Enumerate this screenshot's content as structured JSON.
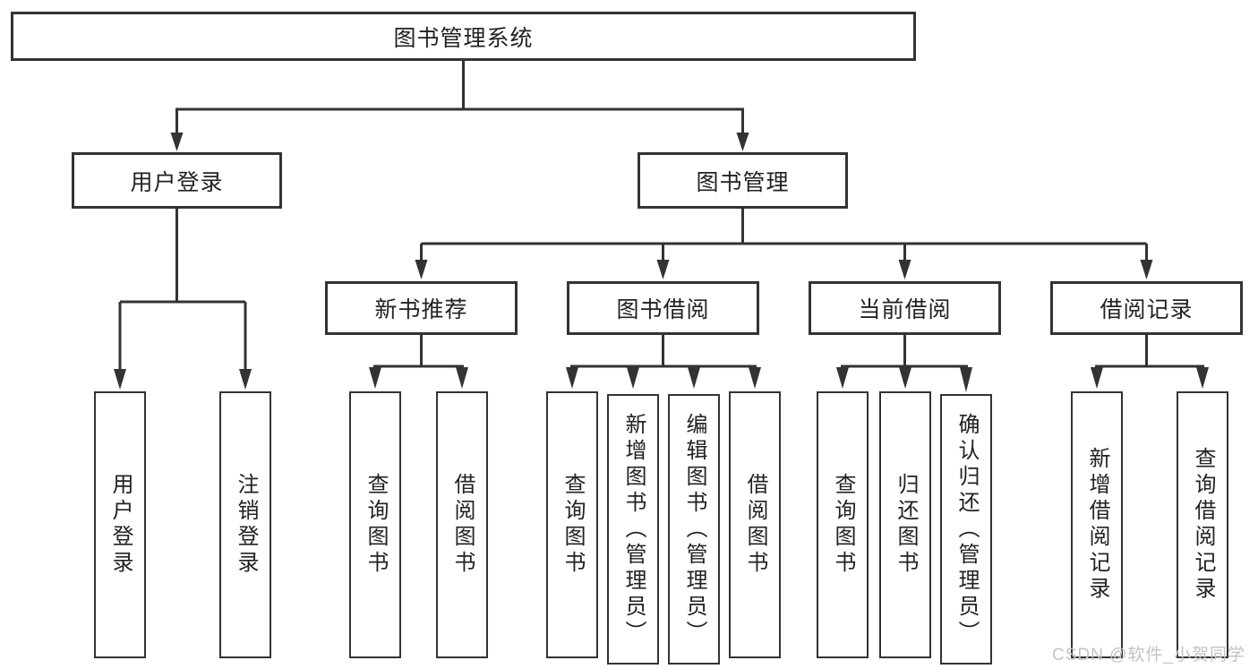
{
  "diagram": {
    "root": {
      "label": "图书管理系统"
    },
    "branches": [
      {
        "label": "用户登录",
        "leaves": [
          {
            "label": "用户登录"
          },
          {
            "label": "注销登录"
          }
        ]
      },
      {
        "label": "图书管理",
        "groups": [
          {
            "label": "新书推荐",
            "leaves": [
              {
                "label": "查询图书"
              },
              {
                "label": "借阅图书"
              }
            ]
          },
          {
            "label": "图书借阅",
            "leaves": [
              {
                "label": "查询图书"
              },
              {
                "label": "新增图书（管理员）"
              },
              {
                "label": "编辑图书（管理员）"
              },
              {
                "label": "借阅图书"
              }
            ]
          },
          {
            "label": "当前借阅",
            "leaves": [
              {
                "label": "查询图书"
              },
              {
                "label": "归还图书"
              },
              {
                "label": "确认归还（管理员）"
              }
            ]
          },
          {
            "label": "借阅记录",
            "leaves": [
              {
                "label": "新增借阅记录"
              },
              {
                "label": "查询借阅记录"
              }
            ]
          }
        ]
      }
    ]
  },
  "colors": {
    "line": "#333333",
    "box_fill": "#ffffff",
    "text": "#222222",
    "watermark": "#c3c3c3"
  },
  "watermark": {
    "text": "CSDN @软件_小贺同学"
  }
}
